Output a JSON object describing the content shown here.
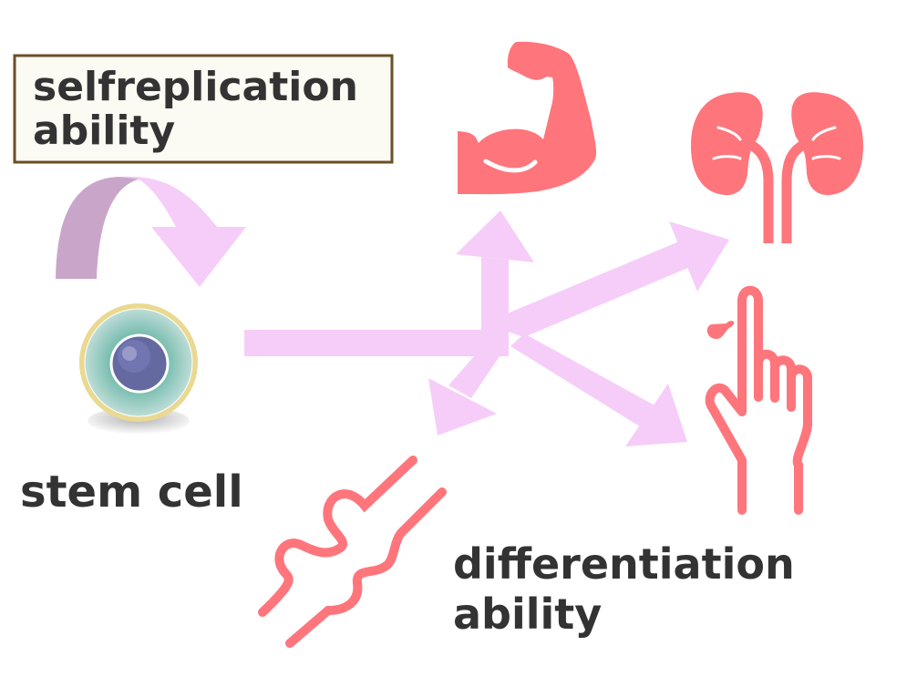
{
  "labels": {
    "selfreplication_line1": "selfreplication",
    "selfreplication_line2": "ability",
    "stem_cell": "stem cell",
    "differentiation_line1": "differentiation",
    "differentiation_line2": "ability"
  },
  "icons": [
    "muscle-icon",
    "kidney-icon",
    "hand-icon",
    "joint-icon",
    "stem-cell-icon"
  ],
  "colors": {
    "arrow": "#f6cdf8",
    "arrow_dark": "#c9a6c9",
    "organ": "#ff757c",
    "text": "#333333",
    "box_border": "#6b4f24",
    "box_fill": "#fbfaf3"
  }
}
